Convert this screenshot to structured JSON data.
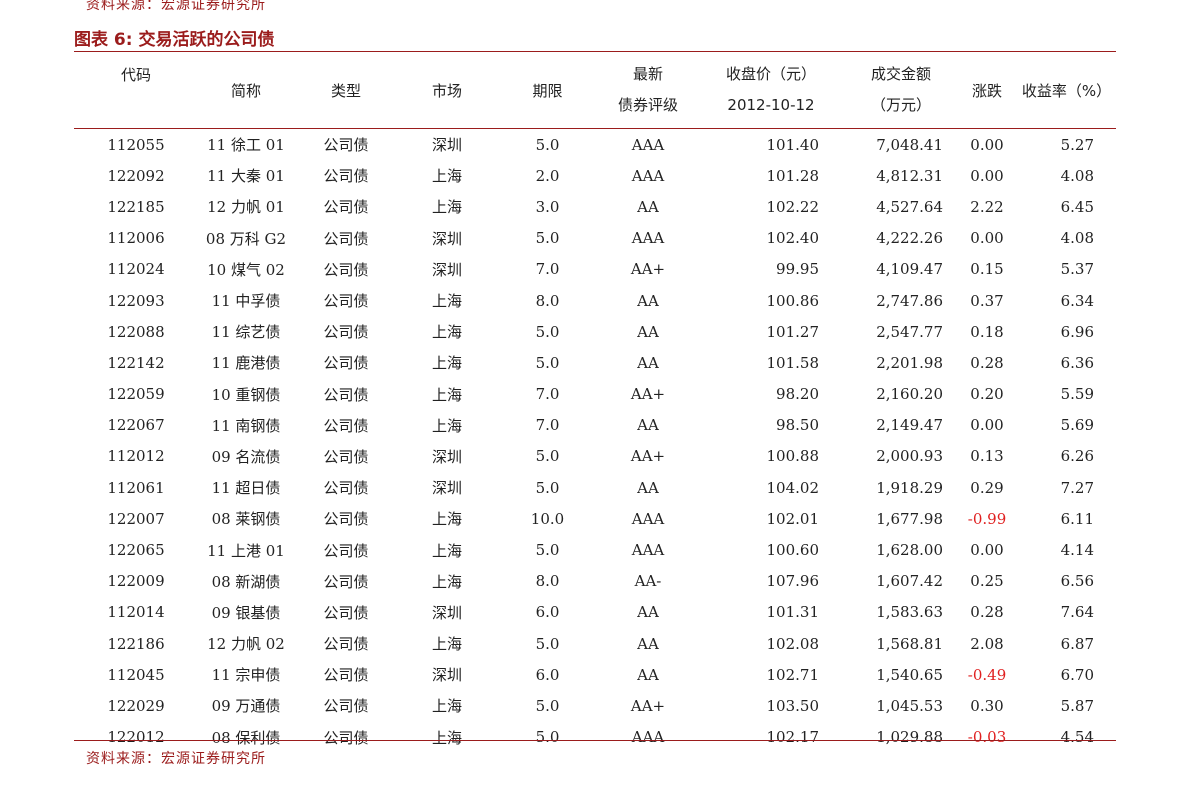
{
  "header": {
    "top_source": "资料来源：宏源证券研究所",
    "title": "图表 6:  交易活跃的公司债"
  },
  "footer": {
    "source": "资料来源：宏源证券研究所"
  },
  "columns": {
    "code": "代码",
    "name": "简称",
    "type": "类型",
    "market": "市场",
    "term": "期限",
    "rating_line1": "最新",
    "rating_line2": "债券评级",
    "price_line1": "收盘价（元）",
    "price_line2": "2012-10-12",
    "amount_line1": "成交金额",
    "amount_line2": "（万元）",
    "change": "涨跌",
    "yield": "收益率（%）"
  },
  "colors": {
    "accent": "#9b1c1c",
    "negative": "#e02020"
  },
  "rows": [
    {
      "code": "112055",
      "name": "11 徐工 01",
      "type": "公司债",
      "market": "深圳",
      "term": "5.0",
      "rating": "AAA",
      "price": "101.40",
      "amount": "7,048.41",
      "change": "0.00",
      "yield": "5.27"
    },
    {
      "code": "122092",
      "name": "11 大秦 01",
      "type": "公司债",
      "market": "上海",
      "term": "2.0",
      "rating": "AAA",
      "price": "101.28",
      "amount": "4,812.31",
      "change": "0.00",
      "yield": "4.08"
    },
    {
      "code": "122185",
      "name": "12 力帆 01",
      "type": "公司债",
      "market": "上海",
      "term": "3.0",
      "rating": "AA",
      "price": "102.22",
      "amount": "4,527.64",
      "change": "2.22",
      "yield": "6.45"
    },
    {
      "code": "112006",
      "name": "08 万科 G2",
      "type": "公司债",
      "market": "深圳",
      "term": "5.0",
      "rating": "AAA",
      "price": "102.40",
      "amount": "4,222.26",
      "change": "0.00",
      "yield": "4.08"
    },
    {
      "code": "112024",
      "name": "10 煤气 02",
      "type": "公司债",
      "market": "深圳",
      "term": "7.0",
      "rating": "AA+",
      "price": "99.95",
      "amount": "4,109.47",
      "change": "0.15",
      "yield": "5.37"
    },
    {
      "code": "122093",
      "name": "11 中孚债",
      "type": "公司债",
      "market": "上海",
      "term": "8.0",
      "rating": "AA",
      "price": "100.86",
      "amount": "2,747.86",
      "change": "0.37",
      "yield": "6.34"
    },
    {
      "code": "122088",
      "name": "11 综艺债",
      "type": "公司债",
      "market": "上海",
      "term": "5.0",
      "rating": "AA",
      "price": "101.27",
      "amount": "2,547.77",
      "change": "0.18",
      "yield": "6.96"
    },
    {
      "code": "122142",
      "name": "11 鹿港债",
      "type": "公司债",
      "market": "上海",
      "term": "5.0",
      "rating": "AA",
      "price": "101.58",
      "amount": "2,201.98",
      "change": "0.28",
      "yield": "6.36"
    },
    {
      "code": "122059",
      "name": "10 重钢债",
      "type": "公司债",
      "market": "上海",
      "term": "7.0",
      "rating": "AA+",
      "price": "98.20",
      "amount": "2,160.20",
      "change": "0.20",
      "yield": "5.59"
    },
    {
      "code": "122067",
      "name": "11 南钢债",
      "type": "公司债",
      "market": "上海",
      "term": "7.0",
      "rating": "AA",
      "price": "98.50",
      "amount": "2,149.47",
      "change": "0.00",
      "yield": "5.69"
    },
    {
      "code": "112012",
      "name": "09 名流债",
      "type": "公司债",
      "market": "深圳",
      "term": "5.0",
      "rating": "AA+",
      "price": "100.88",
      "amount": "2,000.93",
      "change": "0.13",
      "yield": "6.26"
    },
    {
      "code": "112061",
      "name": "11 超日债",
      "type": "公司债",
      "market": "深圳",
      "term": "5.0",
      "rating": "AA",
      "price": "104.02",
      "amount": "1,918.29",
      "change": "0.29",
      "yield": "7.27"
    },
    {
      "code": "122007",
      "name": "08 莱钢债",
      "type": "公司债",
      "market": "上海",
      "term": "10.0",
      "rating": "AAA",
      "price": "102.01",
      "amount": "1,677.98",
      "change": "-0.99",
      "yield": "6.11"
    },
    {
      "code": "122065",
      "name": "11 上港 01",
      "type": "公司债",
      "market": "上海",
      "term": "5.0",
      "rating": "AAA",
      "price": "100.60",
      "amount": "1,628.00",
      "change": "0.00",
      "yield": "4.14"
    },
    {
      "code": "122009",
      "name": "08 新湖债",
      "type": "公司债",
      "market": "上海",
      "term": "8.0",
      "rating": "AA-",
      "price": "107.96",
      "amount": "1,607.42",
      "change": "0.25",
      "yield": "6.56"
    },
    {
      "code": "112014",
      "name": "09 银基债",
      "type": "公司债",
      "market": "深圳",
      "term": "6.0",
      "rating": "AA",
      "price": "101.31",
      "amount": "1,583.63",
      "change": "0.28",
      "yield": "7.64"
    },
    {
      "code": "122186",
      "name": "12 力帆 02",
      "type": "公司债",
      "market": "上海",
      "term": "5.0",
      "rating": "AA",
      "price": "102.08",
      "amount": "1,568.81",
      "change": "2.08",
      "yield": "6.87"
    },
    {
      "code": "112045",
      "name": "11 宗申债",
      "type": "公司债",
      "market": "深圳",
      "term": "6.0",
      "rating": "AA",
      "price": "102.71",
      "amount": "1,540.65",
      "change": "-0.49",
      "yield": "6.70"
    },
    {
      "code": "122029",
      "name": "09 万通债",
      "type": "公司债",
      "market": "上海",
      "term": "5.0",
      "rating": "AA+",
      "price": "103.50",
      "amount": "1,045.53",
      "change": "0.30",
      "yield": "5.87"
    },
    {
      "code": "122012",
      "name": "08 保利债",
      "type": "公司债",
      "market": "上海",
      "term": "5.0",
      "rating": "AAA",
      "price": "102.17",
      "amount": "1,029.88",
      "change": "-0.03",
      "yield": "4.54"
    }
  ]
}
